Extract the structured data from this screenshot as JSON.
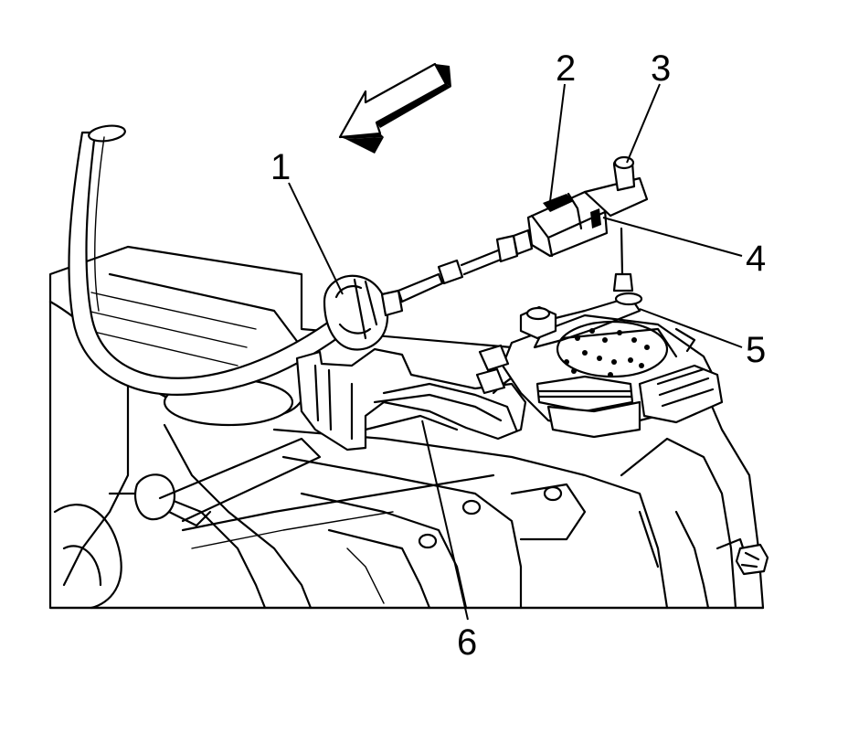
{
  "callouts": [
    {
      "id": "1",
      "label": "1"
    },
    {
      "id": "2",
      "label": "2"
    },
    {
      "id": "3",
      "label": "3"
    },
    {
      "id": "4",
      "label": "4"
    },
    {
      "id": "5",
      "label": "5"
    },
    {
      "id": "6",
      "label": "6"
    }
  ],
  "icons": {
    "direction_arrow": "arrow-icon"
  },
  "colors": {
    "line": "#000000",
    "background": "#ffffff"
  }
}
